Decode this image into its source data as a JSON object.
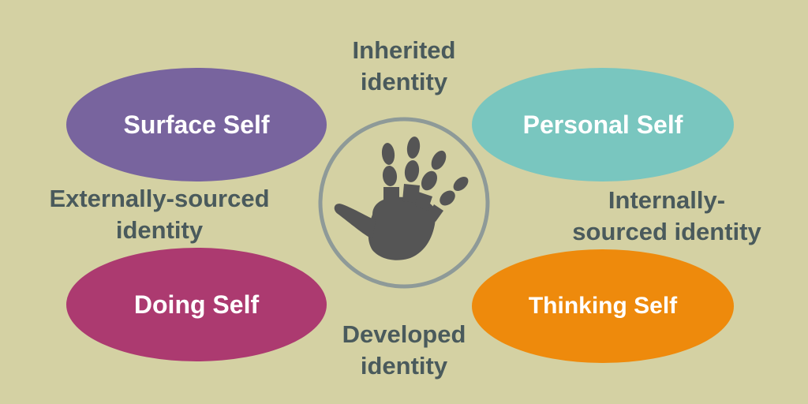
{
  "colors": {
    "background": "#d4d1a3",
    "surface_self": "#78649e",
    "personal_self": "#79c6bf",
    "doing_self": "#ac3a70",
    "thinking_self": "#ee8a0c",
    "label_text": "#4a5a5c",
    "circle_ring": "#8e9a98",
    "hand": "#555555"
  },
  "selves": {
    "surface": "Surface Self",
    "personal": "Personal Self",
    "doing": "Doing Self",
    "thinking": "Thinking Self"
  },
  "labels": {
    "inherited": [
      "Inherited",
      "identity"
    ],
    "external": [
      "Externally-sourced",
      "identity"
    ],
    "internal": [
      "Internally-",
      "sourced identity"
    ],
    "developed": [
      "Developed",
      "identity"
    ]
  },
  "icons": {
    "center": "handprint-icon"
  }
}
